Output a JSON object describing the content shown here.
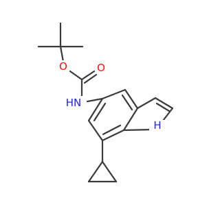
{
  "molecule": {
    "atom_labels": {
      "carbonyl_oxygen": "O",
      "ester_oxygen": "O",
      "amide_nitrogen": "H​N",
      "indole_nitrogen": "H"
    },
    "colors": {
      "bond": "#3a3a3a",
      "oxygen": "#ff0d0d",
      "nitrogen": "#2020ff"
    }
  }
}
